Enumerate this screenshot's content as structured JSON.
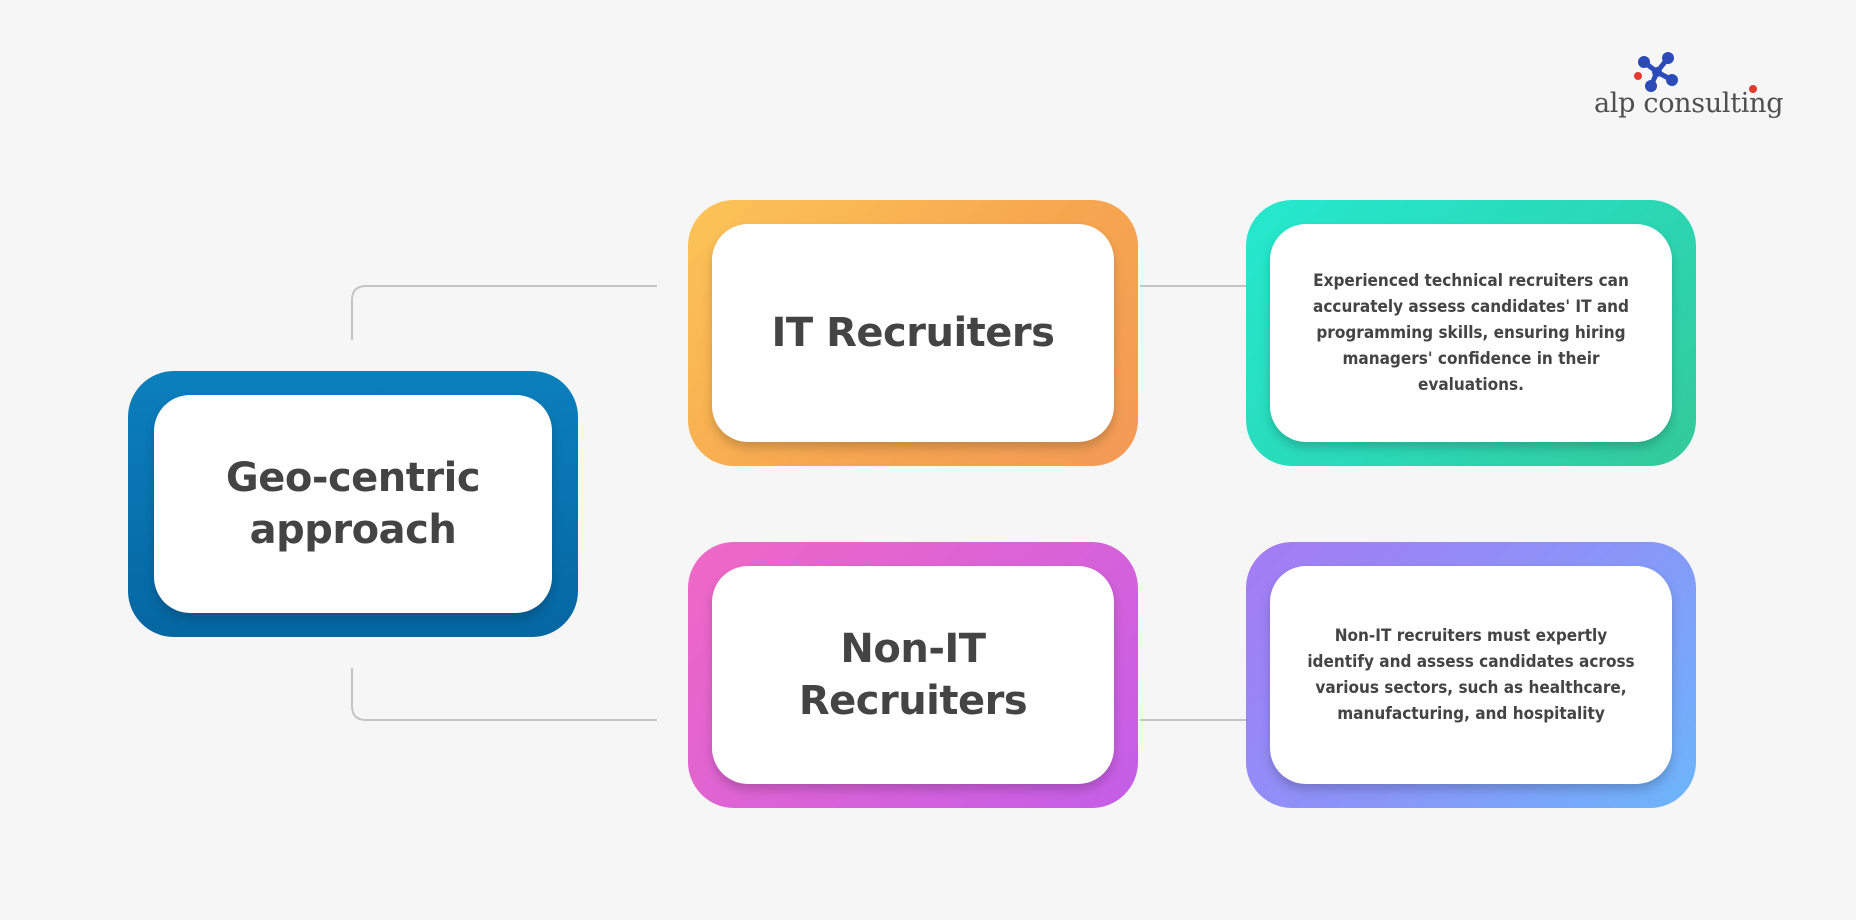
{
  "logo": {
    "text": "alp consulting",
    "icon": "molecule-logo-icon",
    "colors": {
      "primary": "#2b4bb8",
      "accent": "#e53a2f"
    }
  },
  "nodes": {
    "hub": {
      "line1": "Geo-centric",
      "line2": "approach"
    },
    "it": {
      "title": "IT Recruiters",
      "description": "Experienced technical recruiters can accurately assess candidates' IT and programming skills, ensuring hiring managers' confidence in their evaluations."
    },
    "non_it": {
      "line1": "Non-IT",
      "line2": "Recruiters",
      "description": "Non-IT recruiters must expertly identify and assess candidates across various sectors, such as healthcare, manufacturing, and hospitality"
    }
  },
  "colors": {
    "hub": "#0b7fbd",
    "it": "#f7ab52",
    "it_desc": "#2ad8b6",
    "non_it": "#d862d8",
    "non_it_desc": "#8996f8",
    "connector": "#c4c4c4",
    "text": "#444444"
  }
}
